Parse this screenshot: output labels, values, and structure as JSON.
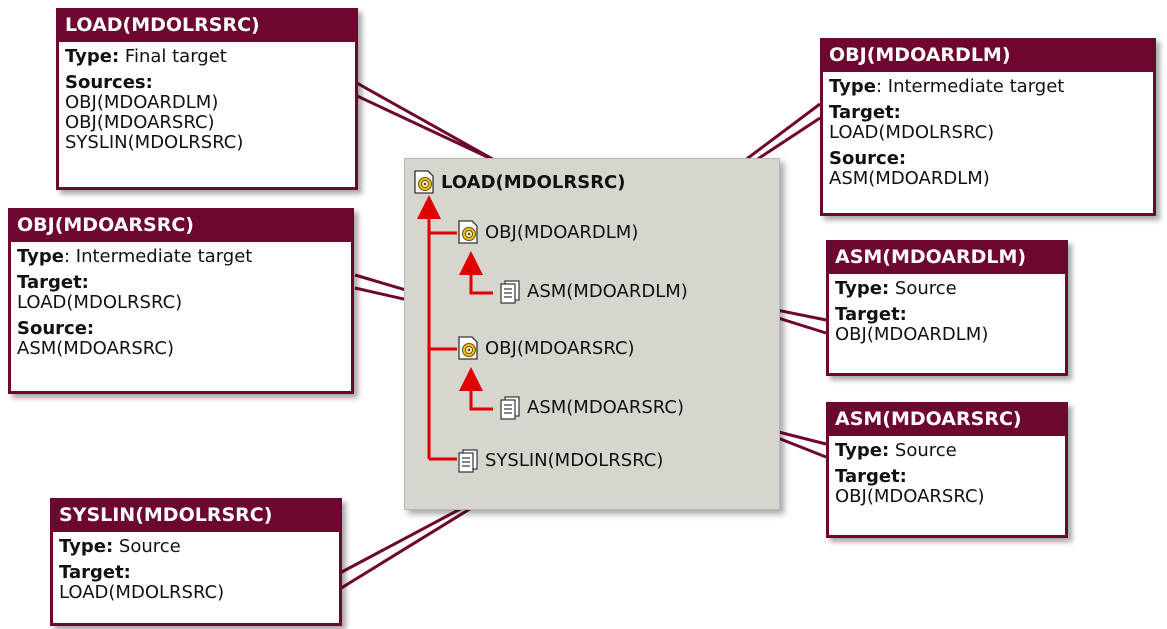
{
  "tree": {
    "root": "LOAD(MDOLRSRC)",
    "obj_ardlm": "OBJ(MDOARDLM)",
    "asm_ardlm": "ASM(MDOARDLM)",
    "obj_arsrc": "OBJ(MDOARSRC)",
    "asm_arsrc": "ASM(MDOARSRC)",
    "syslin": "SYSLIN(MDOLRSRC)"
  },
  "callouts": {
    "load": {
      "title": "LOAD(MDOLRSRC)",
      "type_label": "Type:",
      "type_value": " Final target",
      "sources_label": "Sources:",
      "sources": [
        "OBJ(MDOARDLM)",
        "OBJ(MDOARSRC)",
        "SYSLIN(MDOLRSRC)"
      ]
    },
    "obj_ardlm": {
      "title": "OBJ(MDOARDLM)",
      "type_label": "Type",
      "type_value": ": Intermediate target",
      "target_label": "Target:",
      "target_value": "LOAD(MDOLRSRC)",
      "source_label": "Source:",
      "source_value": "ASM(MDOARDLM)"
    },
    "obj_arsrc": {
      "title": "OBJ(MDOARSRC)",
      "type_label": "Type",
      "type_value": ": Intermediate target",
      "target_label": "Target:",
      "target_value": "LOAD(MDOLRSRC)",
      "source_label": "Source:",
      "source_value": "ASM(MDOARSRC)"
    },
    "asm_ardlm": {
      "title": "ASM(MDOARDLM)",
      "type_label": "Type:",
      "type_value": " Source",
      "target_label": "Target:",
      "target_value": "OBJ(MDOARDLM)"
    },
    "asm_arsrc": {
      "title": "ASM(MDOARSRC)",
      "type_label": "Type:",
      "type_value": " Source",
      "target_label": "Target:",
      "target_value": "OBJ(MDOARSRC)"
    },
    "syslin": {
      "title": "SYSLIN(MDOLRSRC)",
      "type_label": "Type:",
      "type_value": " Source",
      "target_label": "Target:",
      "target_value": "LOAD(MDOLRSRC)"
    }
  },
  "colors": {
    "callout_header": "#6e0730",
    "connector": "#6e0730",
    "tree_arrow": "#e00000",
    "panel_bg": "#d6d6cf"
  },
  "icons": {
    "target": "target-file-icon",
    "source": "source-file-icon"
  }
}
